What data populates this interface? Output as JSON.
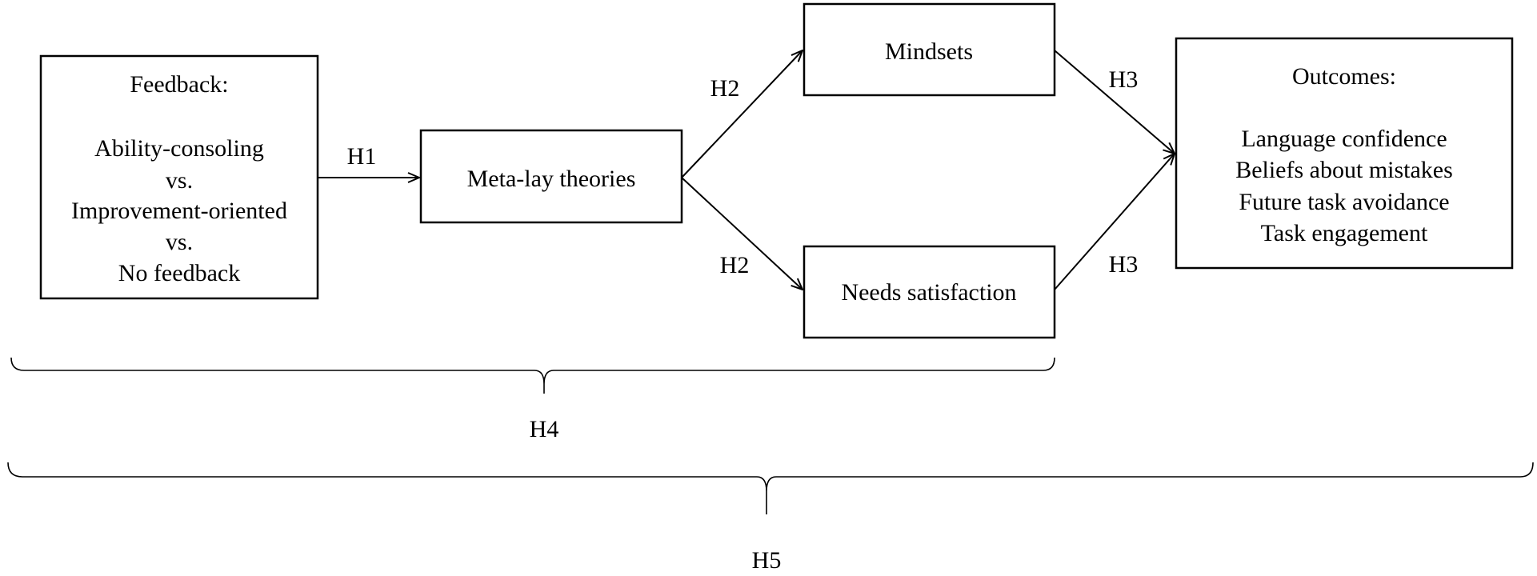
{
  "feedback_box": {
    "title": "Feedback:",
    "lines": [
      "Ability-consoling",
      "vs.",
      "Improvement-oriented",
      "vs.",
      "No feedback"
    ]
  },
  "meta_box": {
    "label": "Meta-lay theories"
  },
  "mindsets_box": {
    "label": "Mindsets"
  },
  "needs_box": {
    "label": "Needs satisfaction"
  },
  "outcomes_box": {
    "title": "Outcomes:",
    "lines": [
      "Language confidence",
      "Beliefs about mistakes",
      "Future task avoidance",
      "Task engagement"
    ]
  },
  "hypotheses": {
    "h1": "H1",
    "h2_top": "H2",
    "h2_bottom": "H2",
    "h3_top": "H3",
    "h3_bottom": "H3",
    "h4": "H4",
    "h5": "H5"
  }
}
